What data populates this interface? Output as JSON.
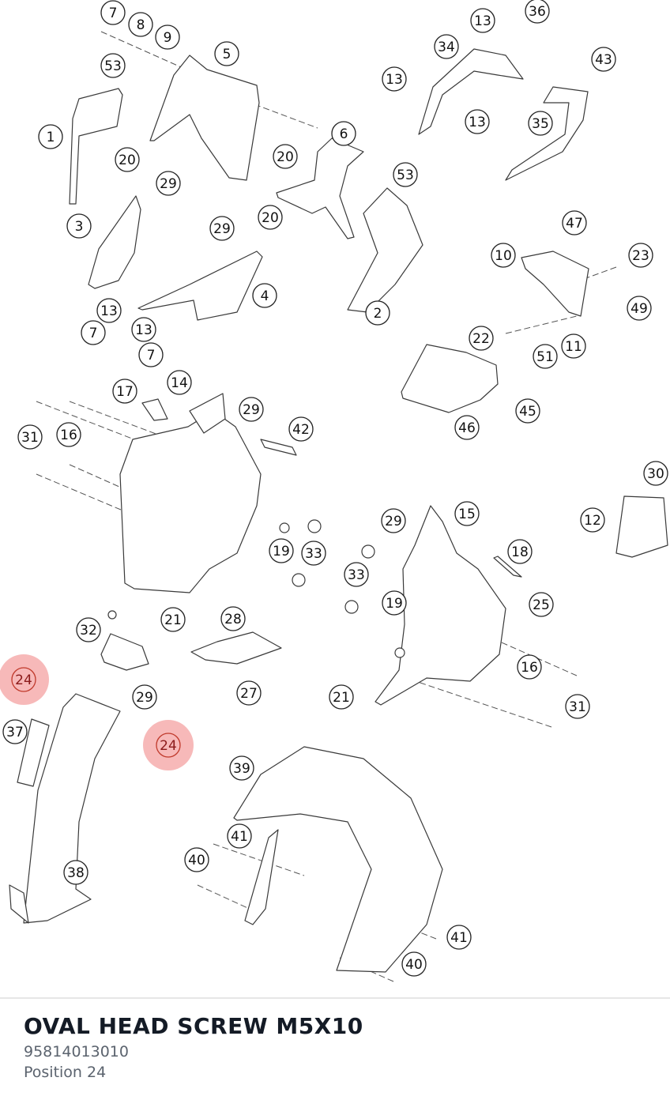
{
  "diagram": {
    "callouts": [
      {
        "label": "7"
      },
      {
        "label": "8"
      },
      {
        "label": "9"
      },
      {
        "label": "5"
      },
      {
        "label": "53"
      },
      {
        "label": "1"
      },
      {
        "label": "20"
      },
      {
        "label": "29"
      },
      {
        "label": "3"
      },
      {
        "label": "13"
      },
      {
        "label": "7"
      },
      {
        "label": "13"
      },
      {
        "label": "7"
      },
      {
        "label": "29"
      },
      {
        "label": "20"
      },
      {
        "label": "4"
      },
      {
        "label": "6"
      },
      {
        "label": "20"
      },
      {
        "label": "53"
      },
      {
        "label": "2"
      },
      {
        "label": "13"
      },
      {
        "label": "36"
      },
      {
        "label": "34"
      },
      {
        "label": "13"
      },
      {
        "label": "13"
      },
      {
        "label": "35"
      },
      {
        "label": "47"
      },
      {
        "label": "10"
      },
      {
        "label": "23"
      },
      {
        "label": "49"
      },
      {
        "label": "22"
      },
      {
        "label": "11"
      },
      {
        "label": "51"
      },
      {
        "label": "45"
      },
      {
        "label": "46"
      },
      {
        "label": "17"
      },
      {
        "label": "14"
      },
      {
        "label": "29"
      },
      {
        "label": "42"
      },
      {
        "label": "31"
      },
      {
        "label": "16"
      },
      {
        "label": "19"
      },
      {
        "label": "33"
      },
      {
        "label": "30"
      },
      {
        "label": "15"
      },
      {
        "label": "29"
      },
      {
        "label": "12"
      },
      {
        "label": "18"
      },
      {
        "label": "33"
      },
      {
        "label": "19"
      },
      {
        "label": "25"
      },
      {
        "label": "21"
      },
      {
        "label": "28"
      },
      {
        "label": "32"
      },
      {
        "label": "16"
      },
      {
        "label": "31"
      },
      {
        "label": "27"
      },
      {
        "label": "29"
      },
      {
        "label": "21"
      },
      {
        "label": "37"
      },
      {
        "label": "39"
      },
      {
        "label": "41"
      },
      {
        "label": "40"
      },
      {
        "label": "38"
      },
      {
        "label": "41"
      },
      {
        "label": "40"
      },
      {
        "label": "24",
        "highlighted": true
      },
      {
        "label": "24",
        "highlighted": true
      },
      {
        "label": "43"
      }
    ],
    "highlight_color": "#f08080",
    "line_color": "#333333"
  },
  "footer": {
    "title": "OVAL HEAD SCREW M5X10",
    "part_number": "95814013010",
    "position": "Position 24"
  }
}
